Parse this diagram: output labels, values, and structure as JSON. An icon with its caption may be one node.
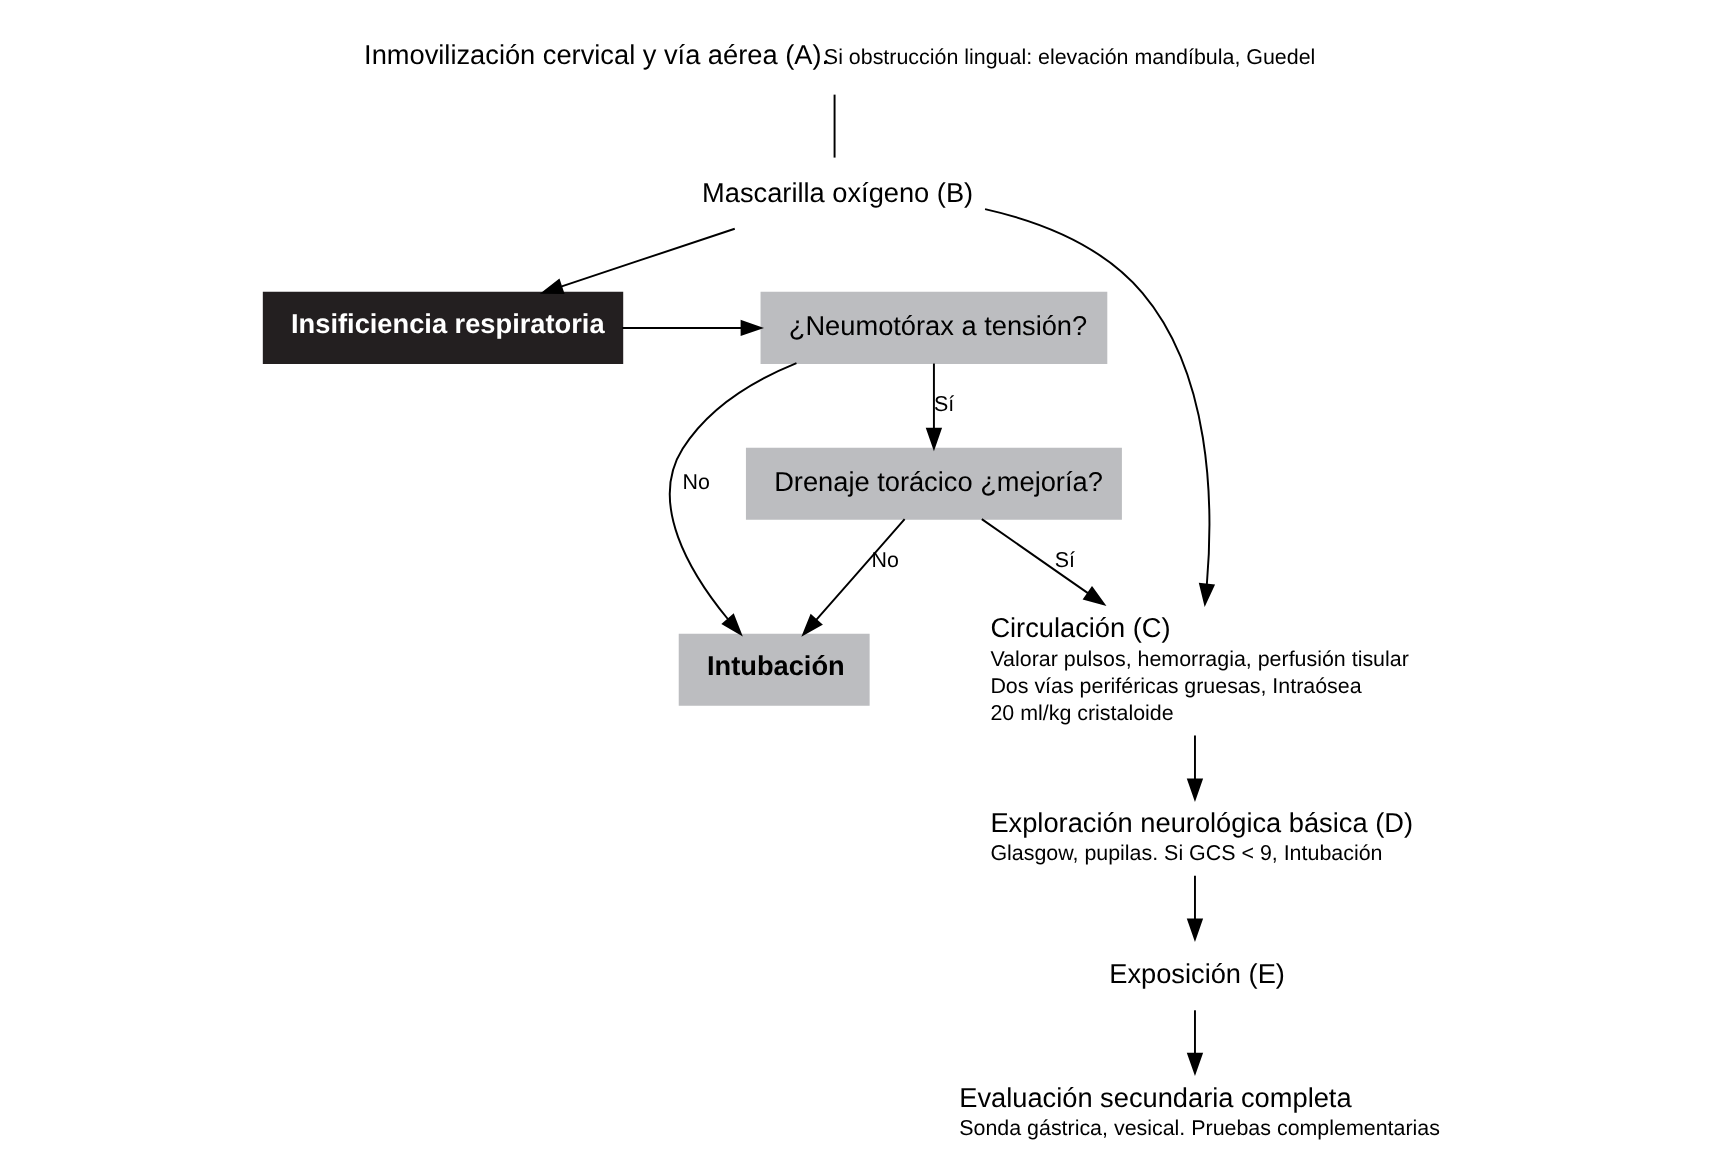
{
  "diagram": {
    "nodes": [
      {
        "text": [
          "Inmovilización cervical y vía aérea (A).",
          "Si obstrucción lingual: elevación mandíbula, Guedel"
        ]
      },
      {
        "text": [
          "Mascarilla oxígeno (B)"
        ]
      },
      {
        "text": [
          "Insificiencia respiratoria"
        ]
      },
      {
        "text": [
          "¿Neumotórax a tensión?"
        ]
      },
      {
        "text": [
          "Intubación"
        ]
      },
      {
        "text": [
          "Drenaje torácico ¿mejoría?"
        ]
      },
      {
        "text": [
          "Circulación (C)",
          "Valorar pulsos, hemorragia, perfusión tisular",
          "Dos vías periféricas gruesas, Intraósea",
          "20 ml/kg cristaloide"
        ]
      },
      {
        "text": [
          "Exploración neurológica básica (D)",
          "Glasgow, pupilas. Si GCS < 9, Intubación"
        ]
      },
      {
        "text": [
          "Exposición (E)"
        ]
      },
      {
        "text": [
          "Evaluación secundaria completa",
          "Sonda gástrica, vesical. Pruebas complementarias"
        ]
      }
    ],
    "edges": [
      {
        "from": 0,
        "to": 1,
        "arrow": "none"
      },
      {
        "from": 1,
        "to": 2,
        "arrow": "to"
      },
      {
        "from": 2,
        "to": 3,
        "arrow": "to"
      },
      {
        "from": 3,
        "to": 4,
        "arrow": "to",
        "label": "No"
      },
      {
        "from": 3,
        "to": 5,
        "arrow": "to",
        "label": "Sí"
      },
      {
        "from": 5,
        "to": 4,
        "arrow": "to",
        "label": "No"
      },
      {
        "from": 1,
        "to": 6,
        "arrow": "to"
      },
      {
        "from": 5,
        "to": 6,
        "arrow": "to",
        "label": "Sí"
      },
      {
        "from": 6,
        "to": 7,
        "arrow": "to"
      },
      {
        "from": 7,
        "to": 8,
        "arrow": "to"
      },
      {
        "from": 8,
        "to": 9,
        "arrow": "to"
      }
    ]
  }
}
